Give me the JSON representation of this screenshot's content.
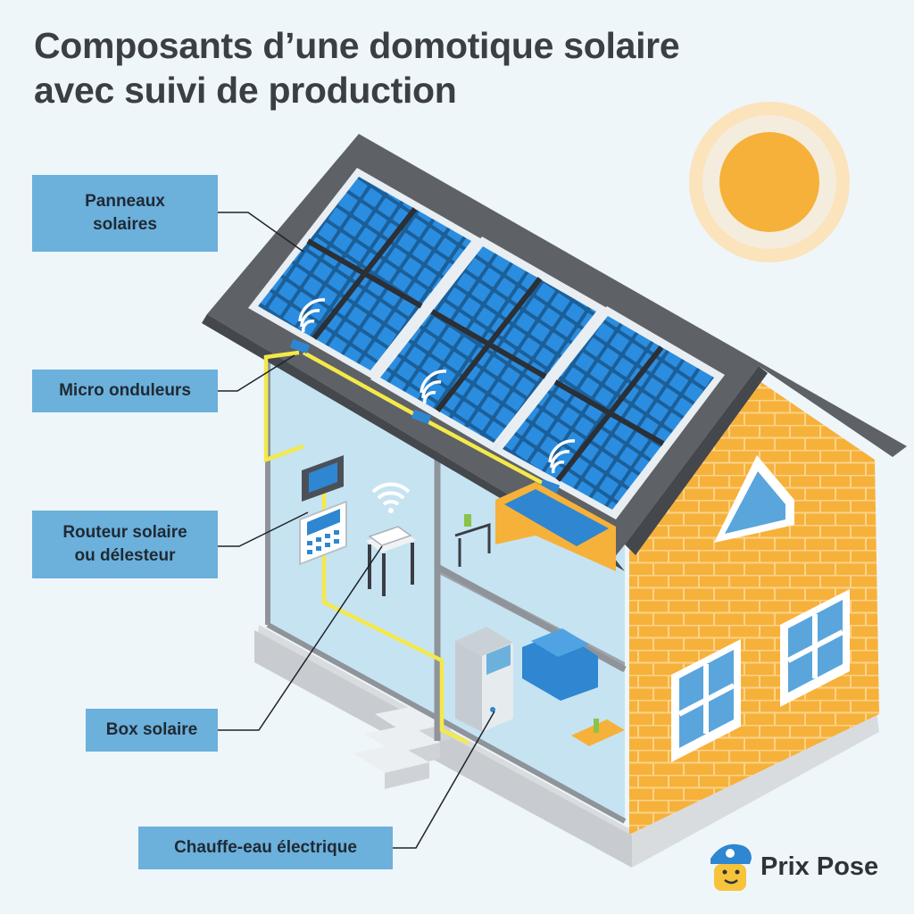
{
  "title": {
    "line1": "Composants d’une domotique solaire",
    "line2": "avec suivi de production"
  },
  "labels": {
    "panels": {
      "line1": "Panneaux",
      "line2": "solaires"
    },
    "micro": "Micro onduleurs",
    "router": {
      "line1": "Routeur solaire",
      "line2": "ou délesteur"
    },
    "box": "Box solaire",
    "heater": "Chauffe-eau électrique"
  },
  "brand": {
    "name": "Prix Pose"
  },
  "colors": {
    "background": "#eef6fa",
    "label_fill": "#6cb0dc",
    "panel_blue": "#1f88d6",
    "wire_yellow": "#f4e94a",
    "brick": "#f6b13a",
    "roof": "#5e6166",
    "sun": "#f6b13a"
  }
}
